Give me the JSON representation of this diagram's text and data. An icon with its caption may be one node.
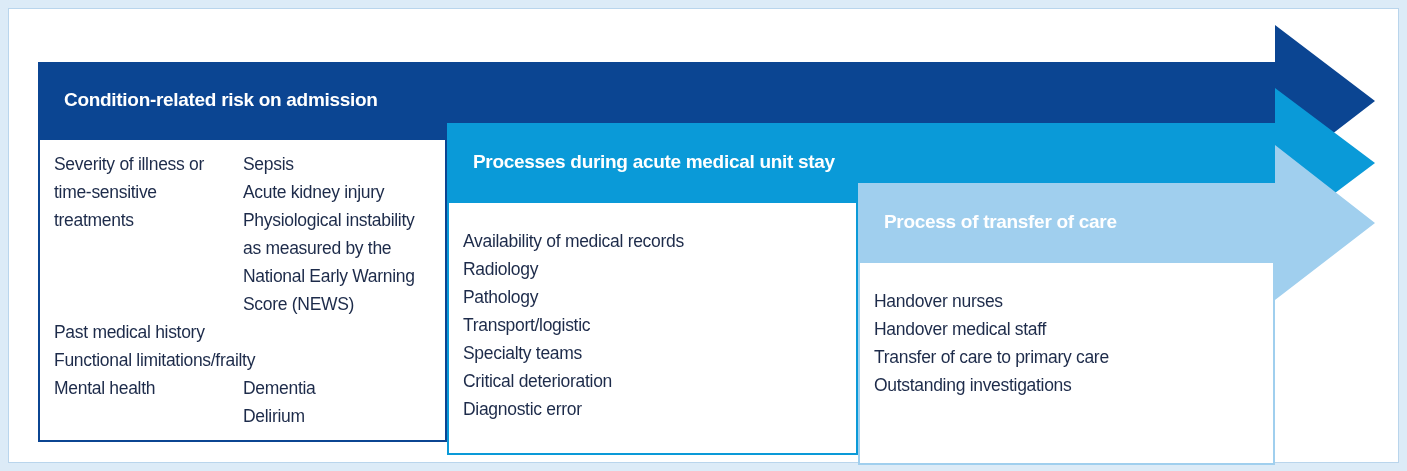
{
  "diagram": {
    "nodes": [
      {
        "text": [
          "Condition-related risk on admission",
          "Severity of illness or time-sensitive treatments",
          "Sepsis",
          "Acute kidney injury",
          "Physiological instability as measured by the National Early Warning Score (NEWS)",
          "Past medical history",
          "Functional limitations/frailty",
          "Mental health",
          "Dementia",
          "Delirium"
        ]
      },
      {
        "text": [
          "Processes during acute medical unit stay",
          "Availability of medical records",
          "Radiology",
          "Pathology",
          "Transport/logistic",
          "Specialty teams",
          "Critical deterioration",
          "Diagnostic error"
        ]
      },
      {
        "text": [
          "Process of transfer of care",
          "Handover nurses",
          "Handover medical staff",
          "Transfer of care to primary care",
          "Outstanding investigations"
        ]
      }
    ]
  }
}
